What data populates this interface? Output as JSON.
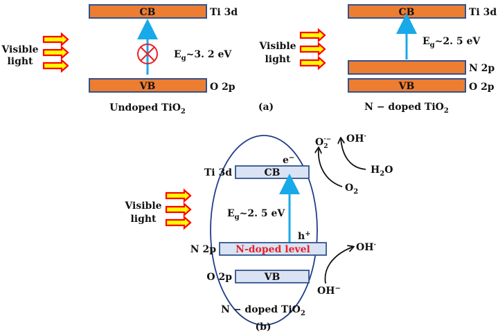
{
  "figure": {
    "panel_a_label": "(a)",
    "panel_b_label": "(b)",
    "colors": {
      "band_fill": "#ed7d31",
      "band_stroke": "#2f528f",
      "band_light_fill": "#dae3f3",
      "arrow_blue": "#18a9e8",
      "light_arrow_fill": "#ffff00",
      "light_arrow_stroke": "#ff0000",
      "blocked_red": "#e8202a",
      "ellipse_stroke": "#1f3c88"
    },
    "undoped": {
      "title": "Undoped TiO",
      "title_sub": "2",
      "cb_label": "CB",
      "vb_label": "VB",
      "cb_orbital": "Ti 3d",
      "vb_orbital": "O 2p",
      "gap_prefix": "E",
      "gap_sub": "g",
      "gap_value": "~3. 2 eV",
      "transition_blocked": true,
      "light_label_line1": "Visible",
      "light_label_line2": "light"
    },
    "n_doped_a": {
      "title": "N − doped TiO",
      "title_sub": "2",
      "cb_label": "CB",
      "vb_label": "VB",
      "cb_orbital": "Ti 3d",
      "mid_orbital": "N 2p",
      "vb_orbital": "O 2p",
      "gap_prefix": "E",
      "gap_sub": "g",
      "gap_value": "~2. 5 eV",
      "light_label_line1": "Visible",
      "light_label_line2": "light"
    },
    "n_doped_b": {
      "title": "N − doped TiO",
      "title_sub": "2",
      "cb_label": "CB",
      "mid_label": "N-doped level",
      "vb_label": "VB",
      "cb_orbital": "Ti 3d",
      "mid_orbital": "N 2p",
      "vb_orbital": "O 2p",
      "gap_prefix": "E",
      "gap_sub": "g",
      "gap_value": "~2. 5 eV",
      "electron": "e",
      "electron_sup": "−",
      "hole": "h",
      "hole_sup": "+",
      "light_label_line1": "Visible",
      "light_label_line2": "light",
      "reactions": {
        "o2": "O",
        "o2_sub": "2",
        "superoxide": "O",
        "superoxide_sub": "2",
        "superoxide_sup": "·−",
        "h2o_h": "H",
        "h2o_sub": "2",
        "h2o_o": "O",
        "oh_radical_top": "OH",
        "oh_radical_dot": "·",
        "oh_minus": "OH",
        "oh_minus_sup": "−",
        "oh_radical_right": "OH",
        "oh_radical_right_dot": "·"
      }
    }
  }
}
